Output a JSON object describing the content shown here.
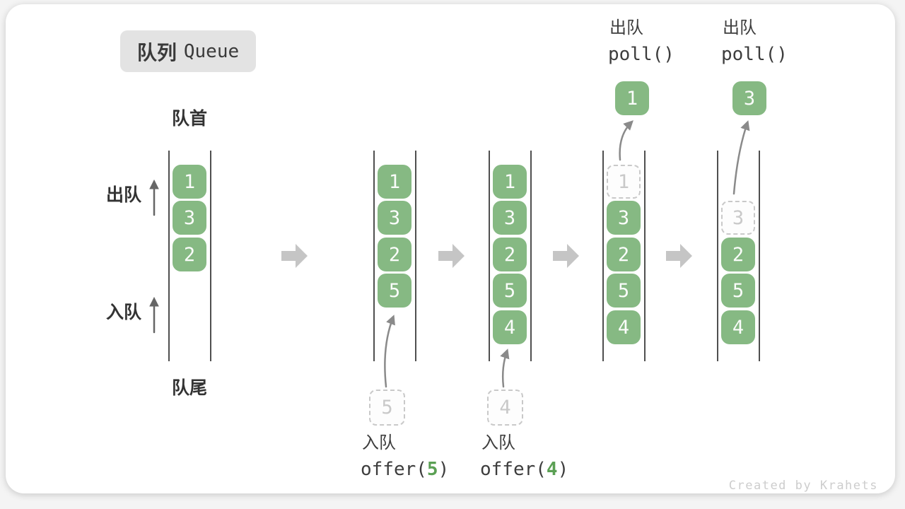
{
  "badge": {
    "zh": "队列",
    "en": "Queue"
  },
  "labels": {
    "front": "队首",
    "rear": "队尾",
    "dequeue": "出队",
    "enqueue": "入队"
  },
  "states": [
    {
      "boxes": [
        "1",
        "3",
        "2"
      ]
    },
    {
      "boxes": [
        "1",
        "3",
        "2",
        "5"
      ],
      "incoming": "5",
      "op_label": "入队",
      "op_pre": "offer(",
      "op_arg": "5",
      "op_post": ")"
    },
    {
      "boxes": [
        "1",
        "3",
        "2",
        "5",
        "4"
      ],
      "incoming": "4",
      "op_label": "入队",
      "op_pre": "offer(",
      "op_arg": "4",
      "op_post": ")"
    },
    {
      "boxes": [
        "3",
        "2",
        "5",
        "4"
      ],
      "removed": "1",
      "outgoing": "1",
      "op_label": "出队",
      "op_code": "poll()"
    },
    {
      "boxes": [
        "2",
        "5",
        "4"
      ],
      "removed": "3",
      "outgoing": "3",
      "op_label": "出队",
      "op_code": "poll()"
    }
  ],
  "watermark": "Created by Krahets",
  "colors": {
    "box_green": "#86b983",
    "code_arg_green": "#5ba054",
    "flow_arrow_gray": "#c5c5c5",
    "thin_arrow_gray": "#8a8a8a",
    "dir_arrow_gray": "#666666",
    "dashed_gray": "#c9c9c9",
    "badge_bg": "#e3e3e3",
    "wall_dark": "#4f4f4f",
    "watermark_gray": "#cdcdcd"
  }
}
